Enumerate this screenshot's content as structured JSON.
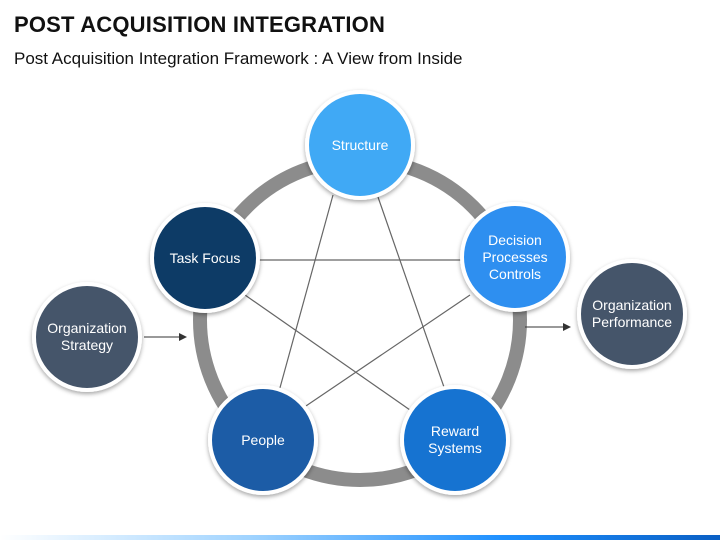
{
  "header": {
    "title": "POST ACQUISITION INTEGRATION",
    "subtitle": "Post Acquisition Integration Framework : A View from Inside"
  },
  "colors": {
    "ring": "#8c8c8c",
    "connector": "#666666",
    "node_border": "#ffffff",
    "structure": "#3fa9f5",
    "decision": "#2d8ff0",
    "reward": "#1473d1",
    "people": "#1a5ca6",
    "task_focus": "#0e3a66",
    "external": "#44546a"
  },
  "nodes": {
    "structure": {
      "label": "Structure"
    },
    "decision": {
      "label": "Decision\nProcesses\nControls"
    },
    "reward": {
      "label": "Reward\nSystems"
    },
    "people": {
      "label": "People"
    },
    "task_focus": {
      "label": "Task Focus"
    },
    "strategy": {
      "label": "Organization\nStrategy"
    },
    "performance": {
      "label": "Organization\nPerformance"
    }
  }
}
